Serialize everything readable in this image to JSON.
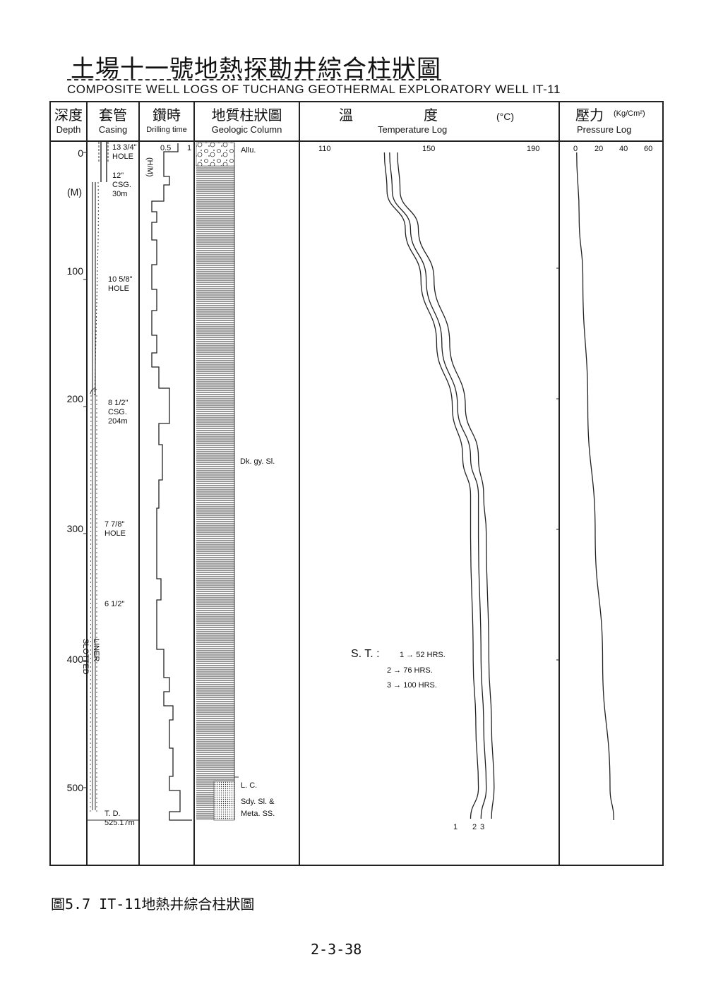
{
  "title_zh": "土場十一號地熱探勘井綜合柱狀圖",
  "title_en": "COMPOSITE  WELL  LOGS  OF  TUCHANG  GEOTHERMAL  EXPLORATORY  WELL   IT-11",
  "columns": {
    "depth": {
      "zh": "深度",
      "en": "Depth"
    },
    "casing": {
      "zh": "套管",
      "en": "Casing"
    },
    "drilling": {
      "zh": "鑽時",
      "en": "Drilling time",
      "unit": "(H/M)",
      "ticks": [
        "0.5",
        "1"
      ]
    },
    "geologic": {
      "zh": "地質柱狀圖",
      "en": "Geologic Column"
    },
    "temperature": {
      "zh_left": "溫",
      "zh_right": "度",
      "unit": "(°C)",
      "en": "Temperature  Log",
      "ticks": [
        "110",
        "150",
        "190"
      ]
    },
    "pressure": {
      "zh": "壓力",
      "unit": "(Kg/Cm²)",
      "en": "Pressure  Log",
      "ticks": [
        "0",
        "20",
        "40",
        "60"
      ]
    }
  },
  "depth_labels": [
    "0",
    "(M)",
    "100",
    "200",
    "300",
    "400",
    "500"
  ],
  "casing_notes": {
    "n1a": "13 3/4\"",
    "n1b": "HOLE",
    "n2a": "12\"",
    "n2b": "CSG.",
    "n2c": "30m",
    "n3a": "10 5/8\"",
    "n3b": "HOLE",
    "n4a": "8 1/2\"",
    "n4b": "CSG.",
    "n4c": "204m",
    "n5a": "7 7/8\"",
    "n5b": "HOLE",
    "n6a": "6 1/2\"",
    "n6b": "SLOTTED",
    "n6c": "LINER",
    "td_a": "T. D.",
    "td_b": "525.17m"
  },
  "geology": {
    "allu": "Allu.",
    "shale": "Dk. gy. Sl.",
    "lc": "L. C.",
    "lower_a": "Sdy. Sl. &",
    "lower_b": "Meta. SS."
  },
  "shut_in": {
    "prefix": "S. T. :",
    "r1": "1 → 52 HRS.",
    "r2": "2 → 76 HRS.",
    "r3": "3 → 100 HRS."
  },
  "curve_labels": [
    "1",
    "2",
    "3"
  ],
  "temperature_curves": [
    {
      "name": "1",
      "points": [
        [
          132,
          0
        ],
        [
          133,
          30
        ],
        [
          140,
          60
        ],
        [
          146,
          100
        ],
        [
          152,
          150
        ],
        [
          158,
          200
        ],
        [
          162,
          240
        ],
        [
          165,
          270
        ],
        [
          165,
          300
        ],
        [
          166,
          400
        ],
        [
          167,
          450
        ],
        [
          168,
          500
        ],
        [
          165,
          540
        ]
      ]
    },
    {
      "name": "2",
      "points": [
        [
          134,
          0
        ],
        [
          135,
          30
        ],
        [
          142,
          60
        ],
        [
          148,
          100
        ],
        [
          154,
          150
        ],
        [
          160,
          200
        ],
        [
          165,
          240
        ],
        [
          168,
          270
        ],
        [
          168,
          300
        ],
        [
          169,
          400
        ],
        [
          170,
          450
        ],
        [
          171,
          500
        ],
        [
          169,
          540
        ]
      ]
    },
    {
      "name": "3",
      "points": [
        [
          137,
          0
        ],
        [
          138,
          30
        ],
        [
          145,
          60
        ],
        [
          151,
          100
        ],
        [
          157,
          150
        ],
        [
          163,
          200
        ],
        [
          168,
          240
        ],
        [
          170,
          270
        ],
        [
          171,
          300
        ],
        [
          172,
          400
        ],
        [
          173,
          450
        ],
        [
          174,
          500
        ],
        [
          173,
          540
        ]
      ]
    }
  ],
  "pressure_curve": {
    "points": [
      [
        1,
        0
      ],
      [
        3,
        50
      ],
      [
        6,
        100
      ],
      [
        10,
        200
      ],
      [
        16,
        300
      ],
      [
        22,
        400
      ],
      [
        28,
        500
      ],
      [
        31,
        540
      ]
    ]
  },
  "caption": "圖5.7   IT-11地熱井綜合柱狀圖",
  "page_number": "2-3-38",
  "colors": {
    "ink": "#222222",
    "paper": "#ffffff"
  }
}
